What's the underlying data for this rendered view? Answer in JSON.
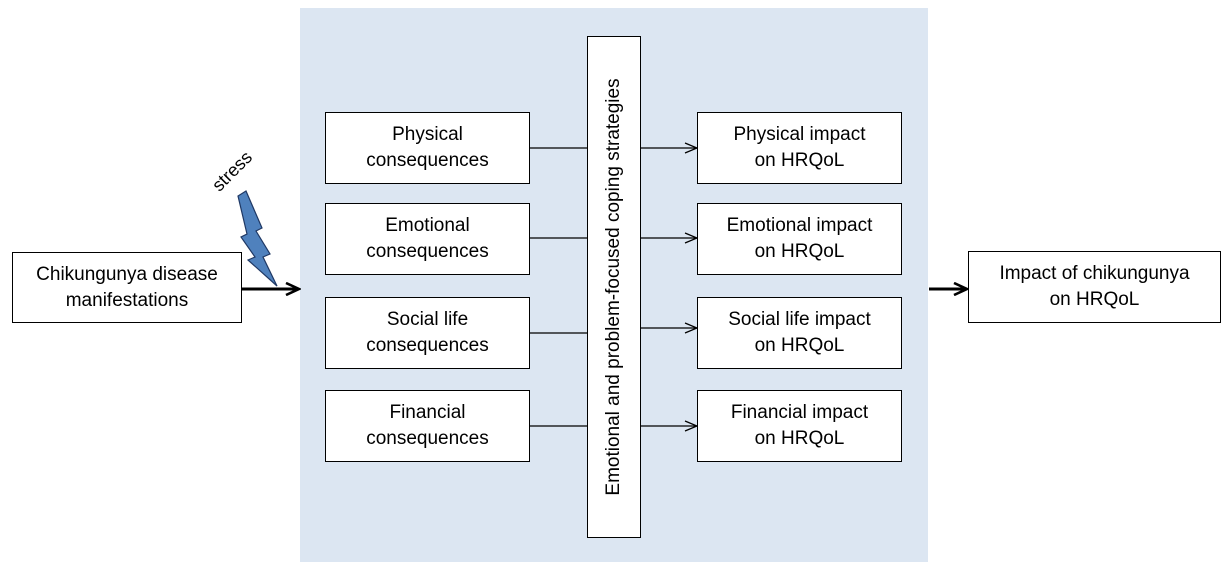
{
  "source": {
    "line1": "Chikungunya disease",
    "line2": "manifestations"
  },
  "stress_label": "stress",
  "coping_label": "Emotional and problem-focused coping strategies",
  "consequences": [
    {
      "line1": "Physical",
      "line2": "consequences"
    },
    {
      "line1": "Emotional",
      "line2": "consequences"
    },
    {
      "line1": "Social life",
      "line2": "consequences"
    },
    {
      "line1": "Financial",
      "line2": "consequences"
    }
  ],
  "impacts": [
    {
      "line1": "Physical impact",
      "line2": "on HRQoL"
    },
    {
      "line1": "Emotional impact",
      "line2": "on HRQoL"
    },
    {
      "line1": "Social life impact",
      "line2": "on HRQoL"
    },
    {
      "line1": "Financial impact",
      "line2": "on HRQoL"
    }
  ],
  "outcome": {
    "line1": "Impact of chikungunya",
    "line2": "on HRQoL"
  },
  "colors": {
    "panel": "#dce6f2",
    "bolt": "#4f81bd",
    "bolt_stroke": "#1f3864"
  }
}
